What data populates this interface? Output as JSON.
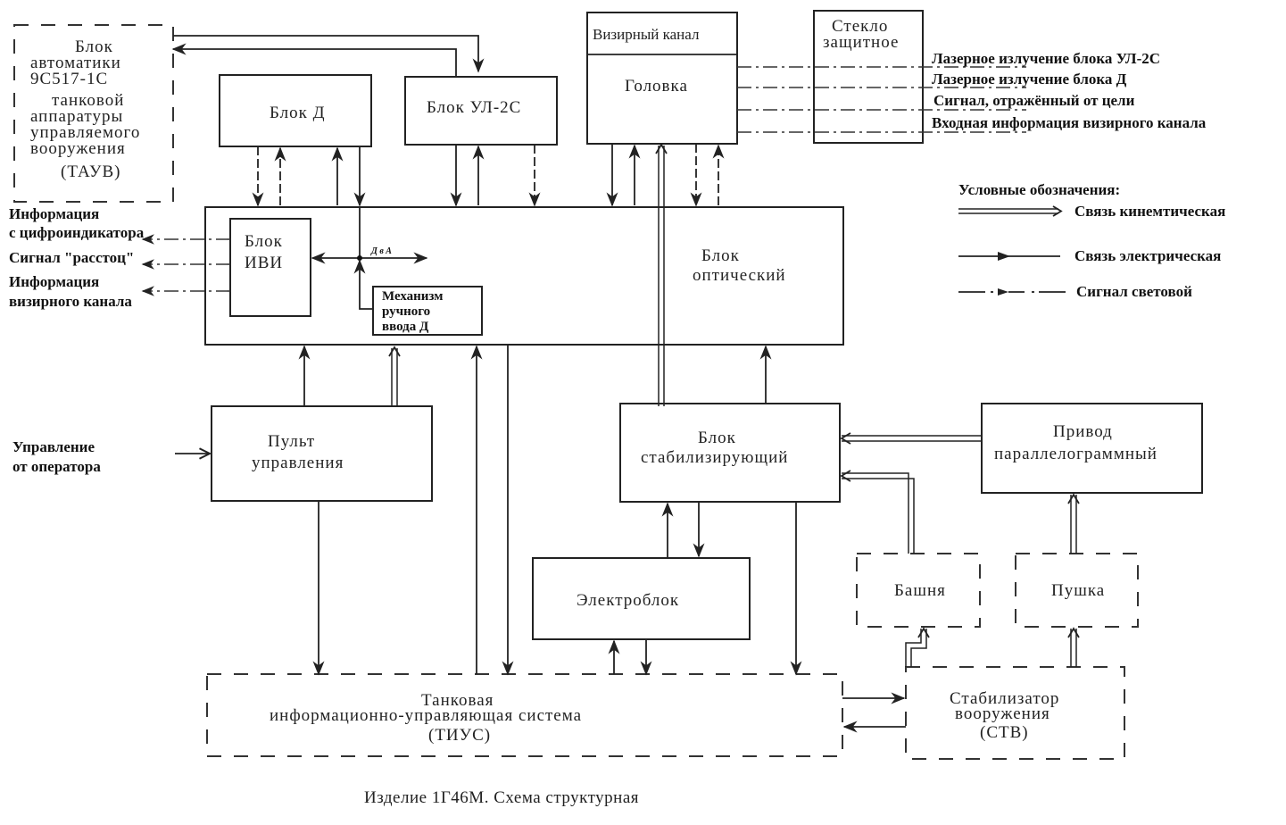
{
  "caption": "Изделие 1Г46М.  Схема структурная",
  "blocks": {
    "tauv": [
      "Блок",
      "автоматики",
      "9С517-1С",
      "танковой",
      "аппаратуры",
      "управляемого",
      "вооружения",
      "(ТАУВ)"
    ],
    "block_d": "Блок Д",
    "block_ul2s": "Блок УЛ-2С",
    "vizir_header": "Визирный канал",
    "golovka": "Головка",
    "steklo": [
      "Стекло",
      "защитное"
    ],
    "optical": [
      "Блок",
      "оптический"
    ],
    "ivi": [
      "Блок",
      "ИВИ"
    ],
    "manual_input": [
      "Механизм",
      "ручного",
      "ввода Д"
    ],
    "junction_label": "Д в А",
    "pult": [
      "Пульт",
      "управления"
    ],
    "stab_block": [
      "Блок",
      "стабилизирующий"
    ],
    "privod": [
      "Привод",
      "параллелограммный"
    ],
    "electroblock": "Электроблок",
    "bashnya": "Башня",
    "pushka": "Пушка",
    "tius": [
      "Танковая",
      "информационно-управляющая система",
      "(ТИУС)"
    ],
    "stv": [
      "Стабилизатор",
      "вооружения",
      "(СТВ)"
    ]
  },
  "signals_right": [
    "Лазерное излучение блока УЛ-2С",
    "Лазерное излучение блока Д",
    "Сигнал, отражённый от цели",
    "Входная информация визирного канала"
  ],
  "signals_left": [
    [
      "Информация",
      "с цифроиндикатора"
    ],
    [
      "Сигнал \"расстоц\""
    ],
    [
      "Информация",
      "визирного канала"
    ]
  ],
  "operator_input": [
    "Управление",
    "от оператора"
  ],
  "legend": {
    "title": "Условные обозначения:",
    "items": [
      {
        "type": "kinematic",
        "label": "Связь кинемтическая"
      },
      {
        "type": "electric",
        "label": "Связь электрическая"
      },
      {
        "type": "light",
        "label": "Сигнал световой"
      }
    ]
  }
}
